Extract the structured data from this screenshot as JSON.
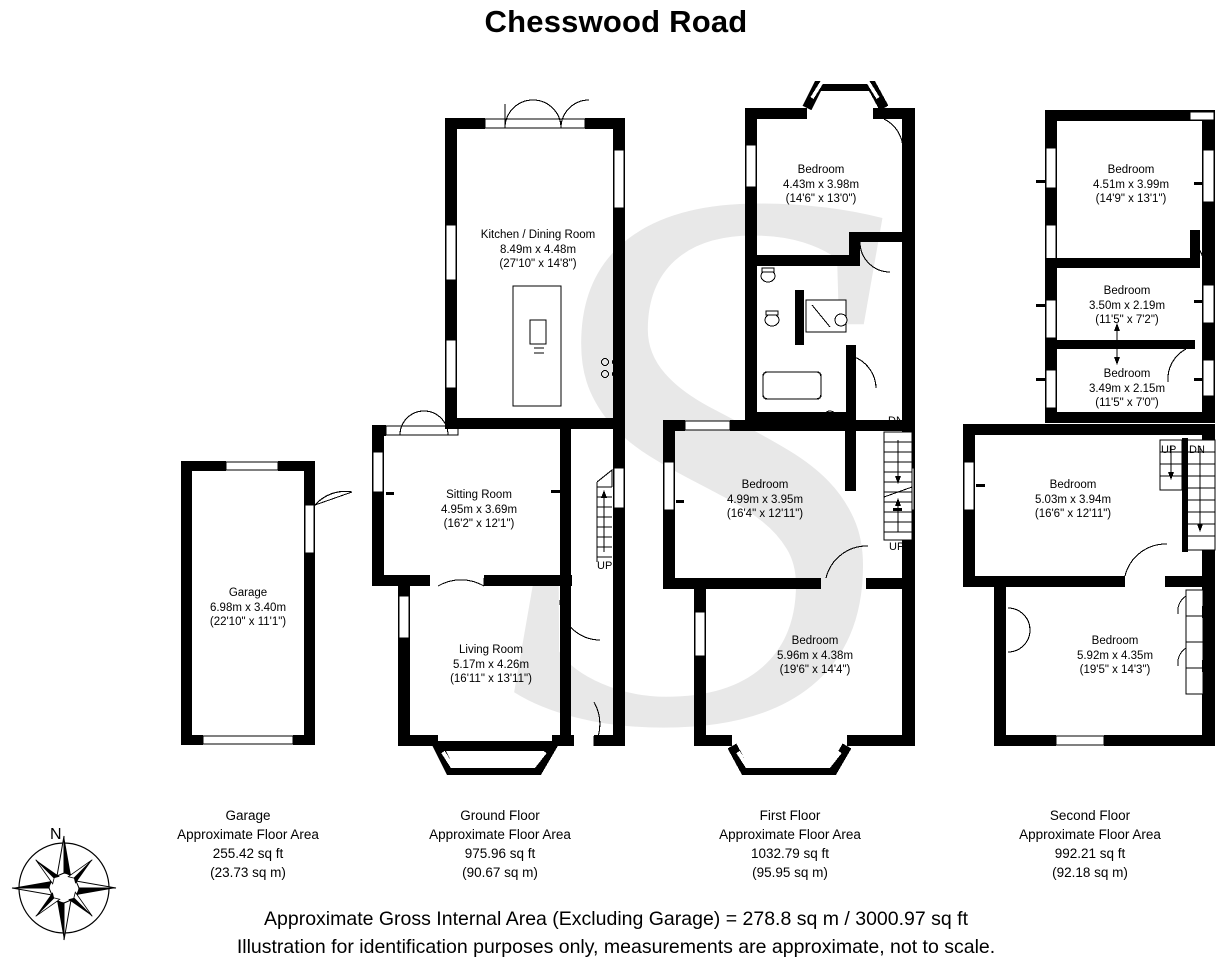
{
  "title": "Chesswood Road",
  "watermark_letter": "S",
  "compass": {
    "north_label": "N"
  },
  "rooms": {
    "garage": {
      "name": "Garage",
      "metric": "6.98m x 3.40m",
      "imperial": "(22'10\" x 11'1\")"
    },
    "kitchen_dining": {
      "name": "Kitchen / Dining Room",
      "metric": "8.49m x 4.48m",
      "imperial": "(27'10\" x 14'8\")"
    },
    "sitting": {
      "name": "Sitting Room",
      "metric": "4.95m x 3.69m",
      "imperial": "(16'2\" x 12'1\")"
    },
    "living": {
      "name": "Living Room",
      "metric": "5.17m x 4.26m",
      "imperial": "(16'11\" x 13'11\")"
    },
    "first_bed_front": {
      "name": "Bedroom",
      "metric": "4.43m x 3.98m",
      "imperial": "(14'6\" x 13'0\")"
    },
    "first_bed_mid": {
      "name": "Bedroom",
      "metric": "4.99m x 3.95m",
      "imperial": "(16'4\" x 12'11\")"
    },
    "first_bed_rear": {
      "name": "Bedroom",
      "metric": "5.96m x 4.38m",
      "imperial": "(19'6\" x 14'4\")"
    },
    "second_bed_front": {
      "name": "Bedroom",
      "metric": "4.51m x 3.99m",
      "imperial": "(14'9\" x 13'1\")"
    },
    "second_bed_small_upper": {
      "name": "Bedroom",
      "metric": "3.50m x 2.19m",
      "imperial": "(11'5\" x 7'2\")"
    },
    "second_bed_small_lower": {
      "name": "Bedroom",
      "metric": "3.49m x 2.15m",
      "imperial": "(11'5\" x 7'0\")"
    },
    "second_bed_mid": {
      "name": "Bedroom",
      "metric": "5.03m x 3.94m",
      "imperial": "(16'6\" x 12'11\")"
    },
    "second_bed_rear": {
      "name": "Bedroom",
      "metric": "5.92m x 4.35m",
      "imperial": "(19'5\" x 14'3\")"
    }
  },
  "stairs": {
    "ground_up": "UP",
    "first_dn": "DN",
    "first_up": "UP",
    "second_up": "UP",
    "second_dn": "DN"
  },
  "floors": [
    {
      "name": "Garage",
      "area_line": "Approximate Floor Area",
      "sqft": "255.42 sq ft",
      "sqm": "(23.73 sq m)"
    },
    {
      "name": "Ground Floor",
      "area_line": "Approximate Floor Area",
      "sqft": "975.96 sq ft",
      "sqm": "(90.67 sq m)"
    },
    {
      "name": "First Floor",
      "area_line": "Approximate Floor Area",
      "sqft": "1032.79 sq ft",
      "sqm": "(95.95 sq m)"
    },
    {
      "name": "Second Floor",
      "area_line": "Approximate Floor Area",
      "sqft": "992.21 sq ft",
      "sqm": "(92.18 sq m)"
    }
  ],
  "footer": {
    "line1": "Approximate Gross Internal Area (Excluding Garage) = 278.8 sq m / 3000.97 sq ft",
    "line2": "Illustration for identification purposes only, measurements are approximate, not to scale."
  },
  "colors": {
    "wall": "#000000",
    "floor_fill": "#ffffff",
    "watermark": "#e6e6e6",
    "text": "#000000"
  }
}
